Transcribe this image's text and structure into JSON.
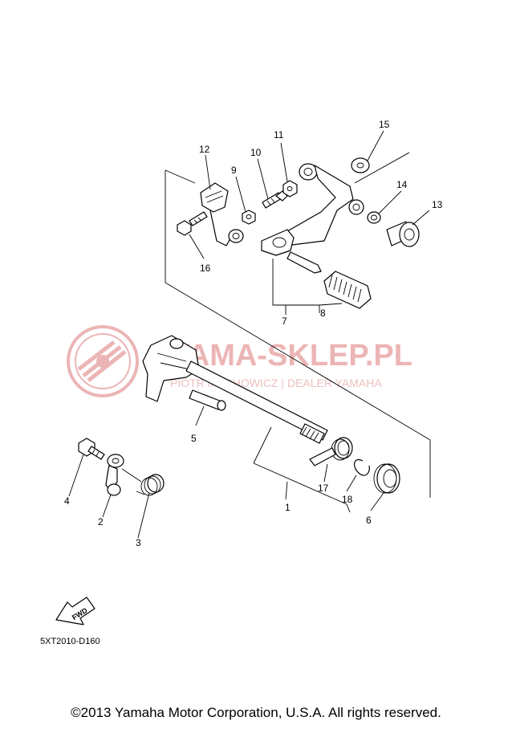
{
  "callouts": {
    "c1": "1",
    "c2": "2",
    "c3": "3",
    "c4": "4",
    "c5": "5",
    "c6": "6",
    "c7": "7",
    "c8": "8",
    "c9": "9",
    "c10": "10",
    "c11": "11",
    "c12": "12",
    "c13": "13",
    "c14": "14",
    "c15": "15",
    "c16": "16",
    "c17": "17",
    "c18": "18"
  },
  "watermark": {
    "brand": "YAMA-SKLEP.PL",
    "subtitle": "PIOTR MACHOWICZ | DEALER YAMAHA"
  },
  "fwd_badge": "FWD",
  "diagram_code": "5XT2010-D160",
  "copyright": "©2013 Yamaha Motor Corporation, U.S.A. All rights reserved.",
  "colors": {
    "watermark": "#e9a9a9",
    "line": "#000000"
  },
  "icons": {
    "watermark_logo": "yamaha-tuning-fork-logo",
    "fwd_arrow": "forward-arrow-icon"
  }
}
